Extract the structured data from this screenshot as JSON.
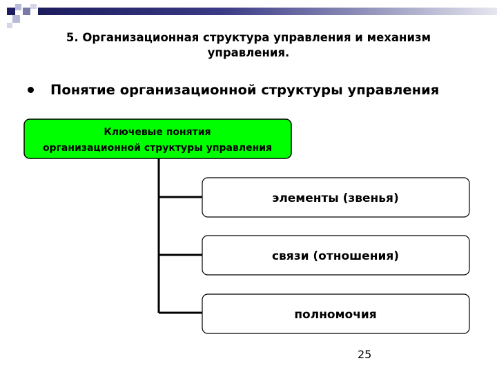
{
  "slide": {
    "title": "5. Организационная структура управления и механизм управления.",
    "bullet": "Понятие организационной структуры управления",
    "page_number": "25"
  },
  "diagram": {
    "root": {
      "line1": "Ключевые понятия",
      "line2": "организационной структуры управления"
    },
    "children": [
      "элементы (звенья)",
      "связи (отношения)",
      "полномочия"
    ]
  },
  "colors": {
    "root_fill": "#00ff00",
    "box_border": "#000000",
    "header_dark": "#1c1c5e"
  }
}
